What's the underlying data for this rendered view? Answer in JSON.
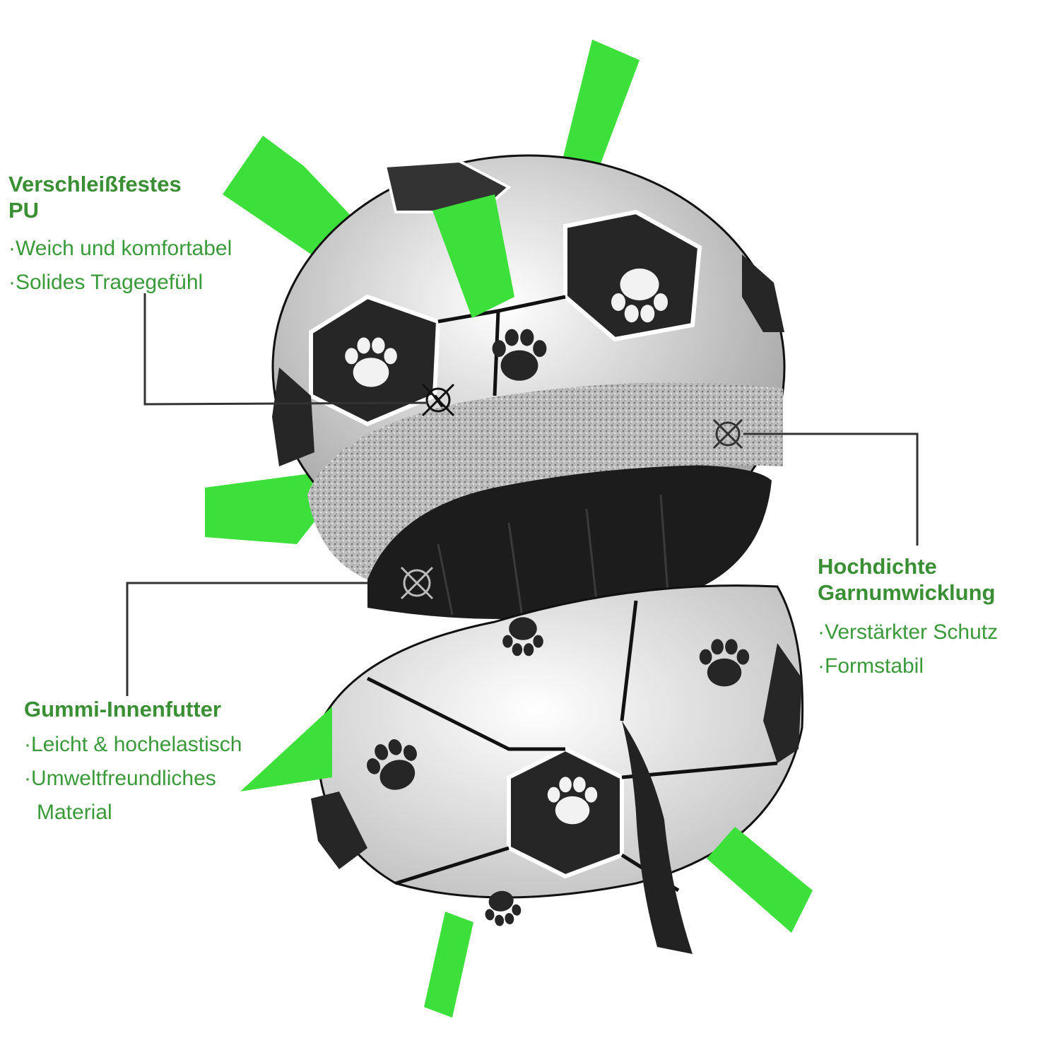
{
  "callouts": [
    {
      "title": "Verschleißfestes PU",
      "title_lines": [
        "Verschleißfestes",
        "PU"
      ],
      "bullets": [
        "·Weich und komfortabel",
        "·Solides Tragegefühl"
      ]
    },
    {
      "title": "Hochdichte Garnumwicklung",
      "title_lines": [
        "Hochdichte",
        "Garnumwicklung"
      ],
      "bullets": [
        "·Verstärkter Schutz",
        "·Formstabil"
      ]
    },
    {
      "title": "Gummi-Innenfutter",
      "title_lines": [
        "Gummi-Innenfutter"
      ],
      "bullets": [
        "·Leicht & hochelastisch",
        "·Umweltfreundliches",
        "Material"
      ]
    }
  ],
  "product": {
    "type": "dog-soccer-ball-cutaway",
    "layers": [
      "PU outer shell",
      "yarn wrap band",
      "rubber inner bladder"
    ],
    "pattern": "paw-print-panels"
  },
  "colors": {
    "text_green": "#3a9a3a",
    "tab_green": "#3de03a",
    "panel_black": "#2a2a2a",
    "panel_white": "#f4f4f4",
    "yarn_gray": "#b5b5b5",
    "leader_line": "#333333"
  }
}
